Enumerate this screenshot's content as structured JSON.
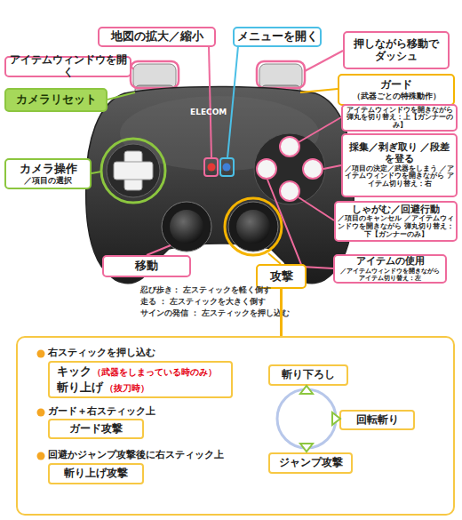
{
  "diagram": {
    "nodes": [
      {
        "text": [
          "地図の拡大／縮小"
        ]
      },
      {
        "text": [
          "メニューを開く"
        ]
      },
      {
        "text": [
          "押しながら移動で ダッシュ"
        ]
      },
      {
        "text": [
          "アイテムウィンドウを開く"
        ]
      },
      {
        "text": [
          "ガード",
          "（武器ごとの特殊動作）"
        ]
      },
      {
        "text": [
          "カメラリセット"
        ]
      },
      {
        "text": [
          "アイテムウィンドウを開きながら 弾丸を切り替え：上【ガンナーのみ】"
        ]
      },
      {
        "text": [
          "採集／剥ぎ取り ／段差を登る",
          "／項目の決定／武器をしまう ／アイテムウィンドウを開きながら アイテム切り替え：右"
        ]
      },
      {
        "text": [
          "カメラ操作",
          "／項目の選択"
        ]
      },
      {
        "text": [
          "しゃがむ／回避行動",
          "／項目のキャンセル ／アイテムウィンドウを開きながら 弾丸切り替え：下【ガンナーのみ】"
        ]
      },
      {
        "text": [
          "アイテムの使用",
          "／アイテムウィンドウを開きながら アイテム切り替え：左"
        ]
      },
      {
        "text": [
          "移動"
        ]
      },
      {
        "text": [
          "攻撃"
        ]
      },
      {
        "text": [
          "右スティックを押し込む",
          "ガード＋右スティック上",
          "回避かジャンプ攻撃後に右スティック上"
        ]
      },
      {
        "text": [
          "キック",
          "（武器をしまっている時のみ）",
          "斬り上げ",
          "（抜刀時）"
        ],
        "in": 13
      },
      {
        "text": [
          "ガード攻撃"
        ],
        "in": 13
      },
      {
        "text": [
          "斬り上げ攻撃"
        ],
        "in": 13
      },
      {
        "text": [
          "斬り下ろし"
        ],
        "in": 13
      },
      {
        "text": [
          "回転斬り"
        ],
        "in": 13
      },
      {
        "text": [
          "ジャンプ攻撃"
        ],
        "in": 13
      }
    ],
    "edges": [
      {
        "from": 12,
        "to": 13,
        "arrow": "none"
      }
    ],
    "labels": [
      "ELECOM",
      "忍び歩き： 左スティックを軽く倒す",
      "走る ： 左スティックを大きく倒す",
      "サインの発信 ： 左スティックを押し込む"
    ]
  }
}
